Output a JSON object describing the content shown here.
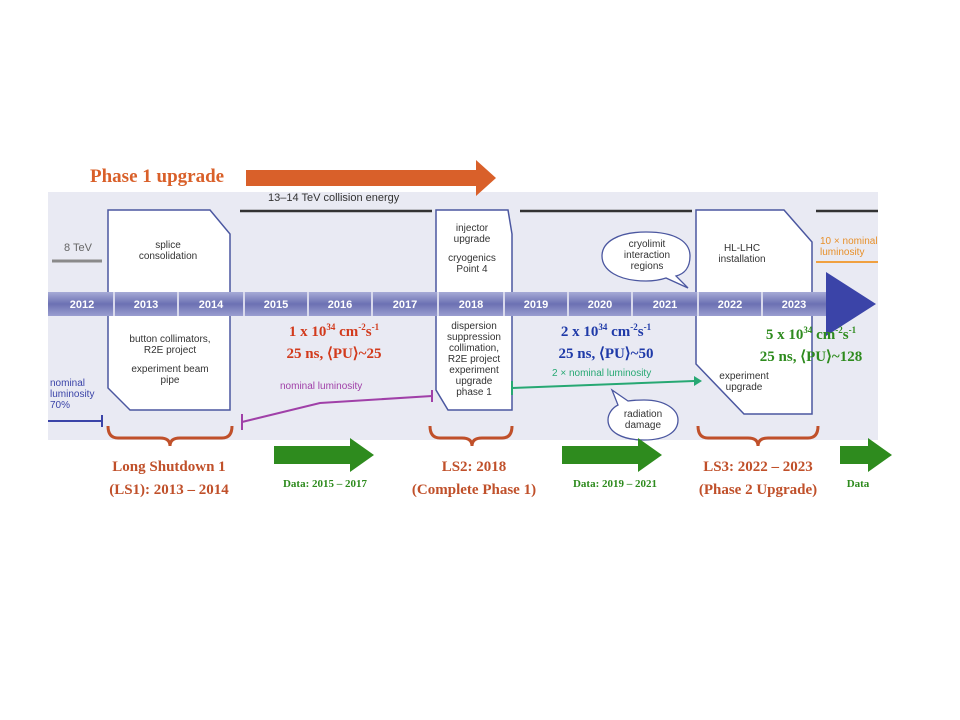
{
  "phase1": {
    "label": "Phase 1 upgrade"
  },
  "top_labels": {
    "energy": "13–14 TeV collision energy",
    "eight_tev": "8 TeV",
    "ten_nominal": "10 × nominal luminosity"
  },
  "years": [
    "2012",
    "2013",
    "2014",
    "2015",
    "2016",
    "2017",
    "2018",
    "2019",
    "2020",
    "2021",
    "2022",
    "2023"
  ],
  "boxes": {
    "ls1_top": [
      "splice",
      "consolidation"
    ],
    "ls1_bottom": [
      "button collimators,",
      "R2E project",
      "",
      "experiment beam",
      "pipe"
    ],
    "ls2_top": [
      "injector",
      "upgrade",
      "",
      "cryogenics",
      "Point 4"
    ],
    "ls2_bottom": [
      "dispersion",
      "suppression",
      "collimation,",
      "R2E project",
      "experiment",
      "upgrade",
      "phase 1"
    ],
    "ls3_top": [
      "HL-LHC",
      "installation"
    ],
    "ls3_bottom": [
      "experiment",
      "upgrade"
    ]
  },
  "bubbles": {
    "cryolimit": [
      "cryolimit",
      "interaction",
      "regions"
    ],
    "radiation": [
      "radiation",
      "damage"
    ]
  },
  "luminosity_lines": {
    "nominal_70": [
      "nominal",
      "luminosity",
      "70%"
    ],
    "nominal": "nominal luminosity",
    "two_nominal": "2 × nominal luminosity"
  },
  "run_specs": [
    {
      "lumi_prefix": "1 x 10",
      "lumi_exp": "34",
      "lumi_unit": " cm",
      "lumi_unit_exp": "-2",
      "lumi_s": "s",
      "lumi_s_exp": "-1",
      "pu_prefix": "25 ns, ⟨PU⟩~",
      "pu_value": "25",
      "color": "#d23a1c"
    },
    {
      "lumi_prefix": "2 x 10",
      "lumi_exp": "34",
      "lumi_unit": " cm",
      "lumi_unit_exp": "-2",
      "lumi_s": "s",
      "lumi_s_exp": "-1",
      "pu_prefix": "25 ns, ⟨PU⟩~",
      "pu_value": "50",
      "color": "#1f3aa8"
    },
    {
      "lumi_prefix": "5 x 10",
      "lumi_exp": "34",
      "lumi_unit": " cm",
      "lumi_unit_exp": "-2",
      "lumi_s": "s",
      "lumi_s_exp": "-1",
      "pu_prefix": "25 ns, ⟨PU⟩~",
      "pu_value": "128",
      "color": "#2e8b1e"
    }
  ],
  "shutdowns": {
    "ls1": {
      "line1": "Long Shutdown 1",
      "line2": "(LS1): 2013 – 2014"
    },
    "ls2": {
      "line1": "LS2:  2018",
      "line2": "(Complete Phase 1)"
    },
    "ls3": {
      "line1": "LS3:  2022 – 2023",
      "line2": "(Phase 2 Upgrade)"
    }
  },
  "data_periods": [
    "Data: 2015 – 2017",
    "Data: 2019 – 2021",
    "Data"
  ],
  "colors": {
    "orange": "#d9602a",
    "bracket": "#c0502a",
    "green": "#2e8b1e",
    "axis": "#5a5fa8",
    "axis_light": "#8f93c9",
    "panel": "#e8e9f2",
    "box_border": "#4b57a0",
    "purple": "#a040a8",
    "teal": "#27a873"
  }
}
